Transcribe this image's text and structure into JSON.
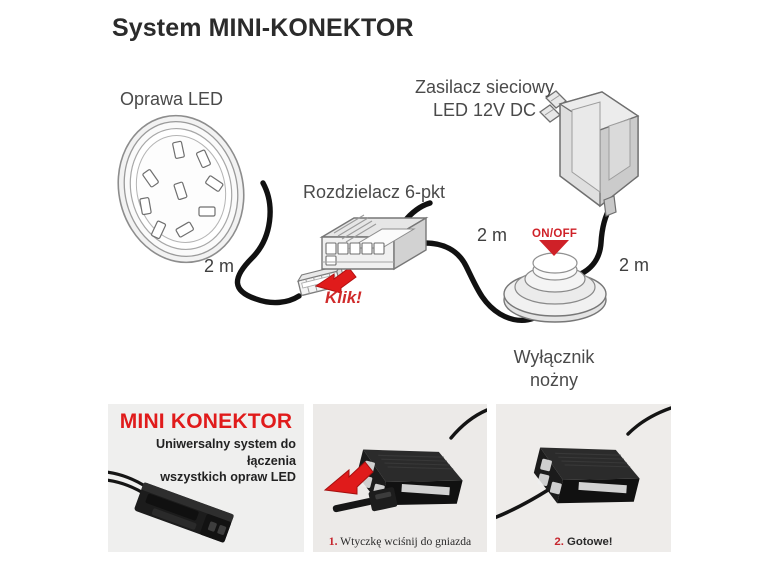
{
  "title": {
    "part1": "System ",
    "part2": "MINI-KONEKTOR",
    "full": "System MINI-KONEKTOR"
  },
  "diagram": {
    "labels": {
      "led_fixture": "Oprawa LED",
      "power_supply_line1": "Zasilacz sieciowy",
      "power_supply_line2": "LED 12V DC",
      "splitter": "Rozdzielacz 6-pkt",
      "foot_switch_line1": "Wyłącznik",
      "foot_switch_line2": "nożny"
    },
    "cable_lengths": {
      "fixture_to_splitter": "2 m",
      "splitter_to_switch": "2 m",
      "switch_to_psu": "2 m"
    },
    "annotations": {
      "click": "Klik!",
      "on_off": "ON/OFF"
    },
    "icon_names": {
      "led_fixture": "led-round-fixture-icon",
      "splitter": "six-port-splitter-icon",
      "power_supply": "wall-plug-power-supply-icon",
      "foot_switch": "foot-switch-icon",
      "plug": "mini-connector-plug-icon",
      "click_arrow": "red-arrow-icon",
      "on_off_arrow": "red-triangle-arrow-icon"
    },
    "colors": {
      "accent_red": "#d02b2b",
      "on_off_red": "#cf2128",
      "cable": "#111111",
      "device_grey": "#d8d8d8",
      "text": "#4a4a4a"
    }
  },
  "bottom_strip": {
    "panel1": {
      "heading": "MINI KONEKTOR",
      "subheading_line1": "Uniwersalny system do łączenia",
      "subheading_line2": "wszystkich opraw LED",
      "photo_name": "black-mini-connector-plug-photo"
    },
    "panel2": {
      "caption_number": "1.",
      "caption_text": " Wtyczkę wciśnij do gniazda",
      "photo_name": "splitter-with-plug-insertion-photo"
    },
    "panel3": {
      "caption_number": "2.",
      "caption_text": " Gotowe!",
      "photo_name": "splitter-connected-photo"
    },
    "colors": {
      "heading_red": "#e01b1b",
      "number_red": "#c6262e",
      "panel_bg": "#efeeec"
    }
  }
}
